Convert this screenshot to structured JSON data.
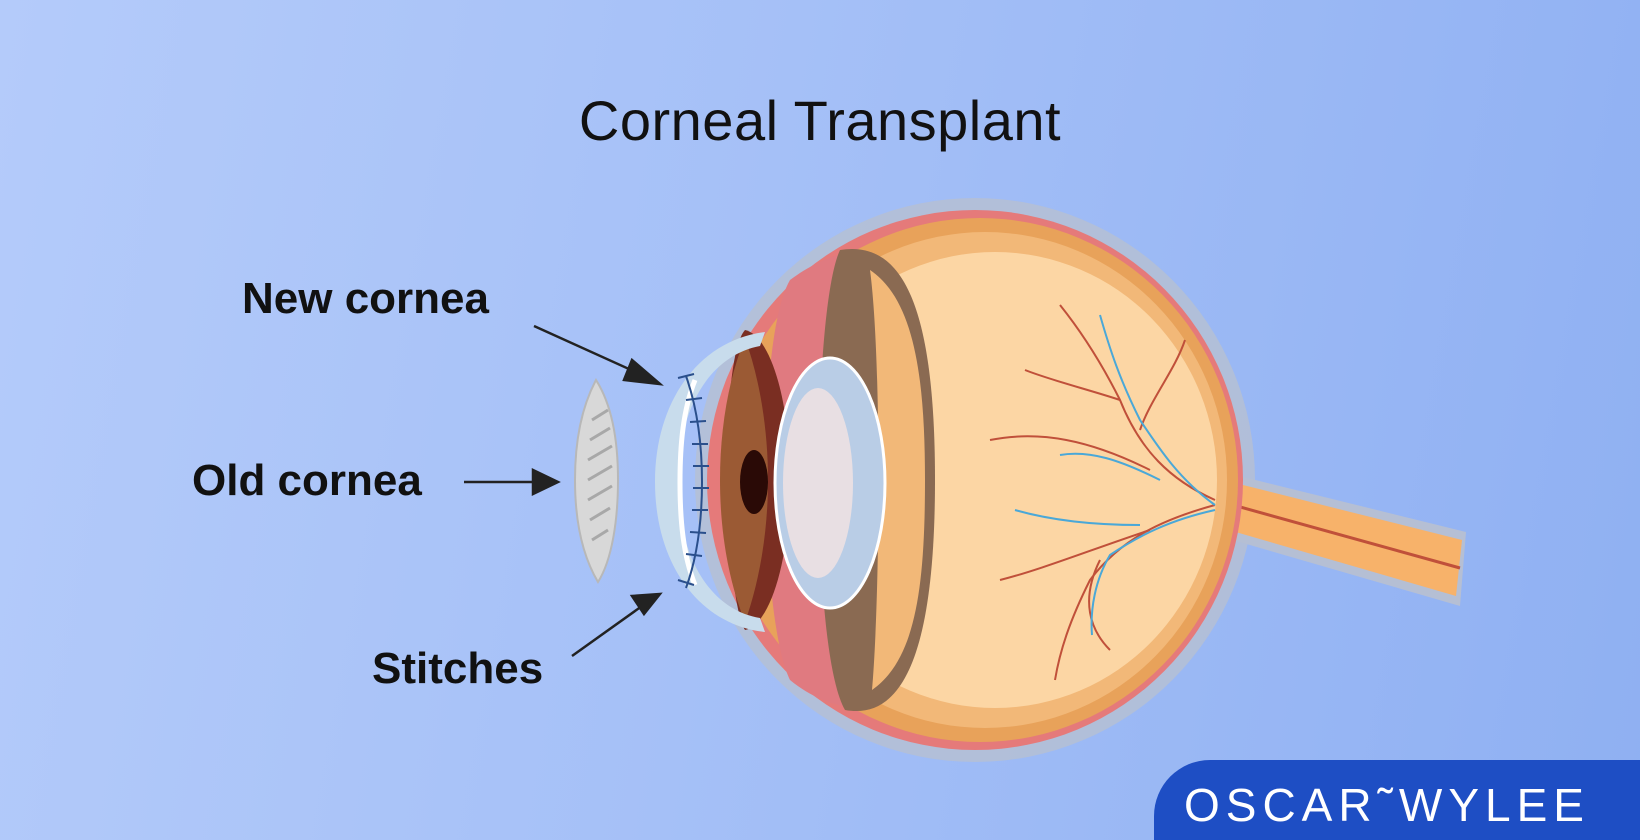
{
  "title": "Corneal Transplant",
  "labels": {
    "new_cornea": "New cornea",
    "old_cornea": "Old cornea",
    "stitches": "Stitches"
  },
  "brand": {
    "logo_text": "OSCAR˜WYLEE",
    "color": "#1e4ec4"
  },
  "colors": {
    "background": "#a5c0f7",
    "sclera_orange": "#e8a25a",
    "vitreous": "#fcd6a4",
    "iris_brown": "#8a6a52",
    "lens_blue": "#b9cde6",
    "vessel_red": "#c0503a",
    "vessel_blue": "#4aa8d8"
  }
}
